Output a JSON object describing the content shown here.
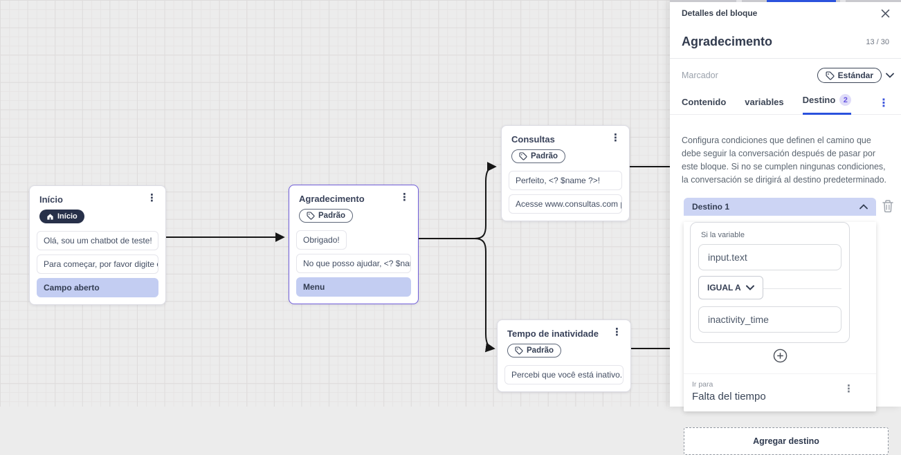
{
  "canvas": {
    "nodes": [
      {
        "title": "Início",
        "badge": "Início",
        "menu_icon": "kebab-menu",
        "messages": [
          {
            "text": "Olá, sou um chatbot de teste!"
          },
          {
            "text": "Para começar, por favor digite o ..."
          },
          {
            "text": "Campo aberto"
          }
        ]
      },
      {
        "title": "Agradecimento",
        "badge": "Padrão",
        "menu_icon": "kebab-menu",
        "messages": [
          {
            "text": "Obrigado!"
          },
          {
            "text": "No que posso ajudar, <? $name ..."
          },
          {
            "text": "Menu"
          }
        ]
      },
      {
        "title": "Consultas",
        "badge": "Padrão",
        "menu_icon": "kebab-menu",
        "messages": [
          {
            "text": "Perfeito, <? $name ?>!"
          },
          {
            "text": "Acesse www.consultas.com par..."
          }
        ]
      },
      {
        "title": "Tempo de inatividade",
        "badge": "Padrão",
        "menu_icon": "kebab-menu",
        "messages": [
          {
            "text": "Percebi que você está inativo. C..."
          }
        ]
      }
    ]
  },
  "panel": {
    "header": {
      "title": "Detalles del bloque",
      "close_icon": "close"
    },
    "block": {
      "name": "Agradecimento",
      "char_count": "13 / 30"
    },
    "marcador": {
      "label": "Marcador",
      "value": "Estándar"
    },
    "tabs": [
      {
        "label": "Contenido"
      },
      {
        "label": "variables"
      },
      {
        "label": "Destino",
        "badge": "2"
      }
    ],
    "description": "Configura condiciones que definen el camino que debe seguir la conversación después de pasar por este bloque. Si no se cumplen ningunas condiciones, la conversación se dirigirá al destino predeterminado.",
    "destino": {
      "title": "Destino 1",
      "condition": {
        "label": "Si la variable",
        "variable": "input.text",
        "operator": "IGUAL A",
        "value": "inactivity_time"
      },
      "go_to": {
        "label": "Ir para",
        "value": "Falta del tiempo"
      }
    },
    "add_button_label": "Agregar destino"
  },
  "colors": {
    "accent_blue": "#2b52dd",
    "selected_node_border": "#6f5cd9",
    "highlight_row": "#c3cdf2",
    "badge_dark": "#273049",
    "tab_badge_bg": "#dfdcf9",
    "tab_badge_text": "#6553e0"
  }
}
